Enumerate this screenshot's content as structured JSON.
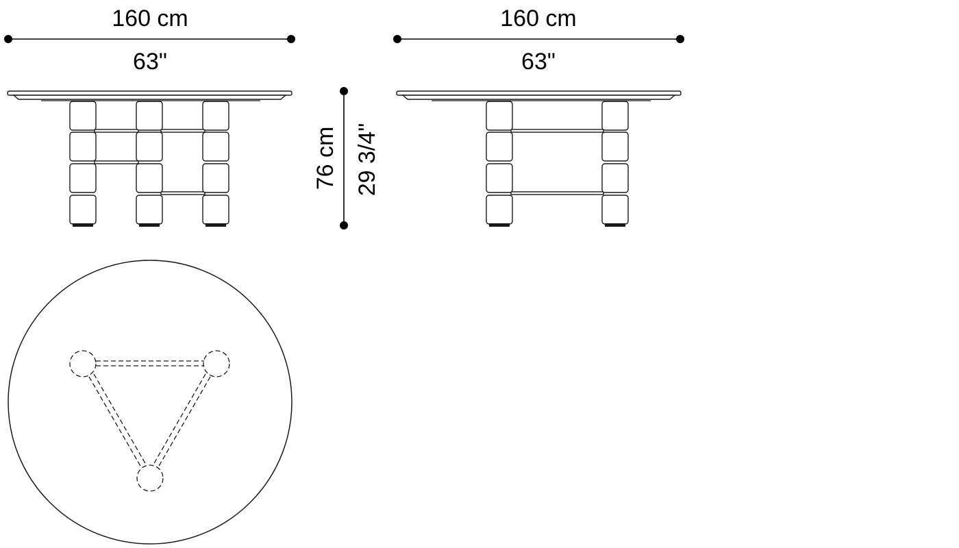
{
  "front_view": {
    "width_cm": "160 cm",
    "width_in": "63\""
  },
  "side_view": {
    "width_cm": "160 cm",
    "width_in": "63\""
  },
  "height": {
    "cm": "76 cm",
    "in": "29 3/4\""
  }
}
